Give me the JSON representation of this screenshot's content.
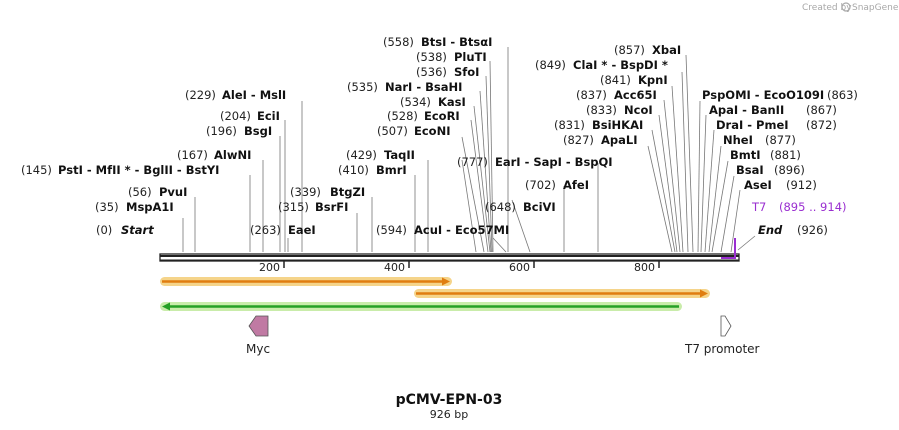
{
  "credit": {
    "text": "Created by",
    "brand": "SnapGene"
  },
  "map": {
    "title": "pCMV-EPN-03",
    "length_label": "926 bp",
    "start_label": "Start",
    "start_pos": "(0)",
    "end_label": "End",
    "end_pos": "(926)",
    "ticks": [
      "200",
      "400",
      "600",
      "800"
    ],
    "sites": [
      {
        "pos": "(35)",
        "name": "MspA1I"
      },
      {
        "pos": "(56)",
        "name": "PvuI"
      },
      {
        "pos": "(145)",
        "name": "PstI - MfII * - BglII - BstYI"
      },
      {
        "pos": "(167)",
        "name": "AlwNI"
      },
      {
        "pos": "(196)",
        "name": "BsgI"
      },
      {
        "pos": "(204)",
        "name": "EciI"
      },
      {
        "pos": "(229)",
        "name": "AleI - MslI"
      },
      {
        "pos": "(263)",
        "name": "EaeI"
      },
      {
        "pos": "(315)",
        "name": "BsrFI"
      },
      {
        "pos": "(339)",
        "name": "BtgZI"
      },
      {
        "pos": "(410)",
        "name": "BmrI"
      },
      {
        "pos": "(429)",
        "name": "TaqII"
      },
      {
        "pos": "(594)",
        "name": "AcuI - Eco57MI"
      },
      {
        "pos": "(507)",
        "name": "EcoNI"
      },
      {
        "pos": "(528)",
        "name": "EcoRI"
      },
      {
        "pos": "(534)",
        "name": "KasI"
      },
      {
        "pos": "(535)",
        "name": "NarI - BsaHI"
      },
      {
        "pos": "(536)",
        "name": "SfoI"
      },
      {
        "pos": "(538)",
        "name": "PluTI"
      },
      {
        "pos": "(558)",
        "name": "BtsI - BtsαI"
      },
      {
        "pos": "(648)",
        "name": "BciVI"
      },
      {
        "pos": "(702)",
        "name": "AfeI"
      },
      {
        "pos": "(777)",
        "name": "EarI - SapI - BspQI"
      },
      {
        "pos": "(827)",
        "name": "ApaLI"
      },
      {
        "pos": "(831)",
        "name": "BsiHKAI"
      },
      {
        "pos": "(833)",
        "name": "NcoI"
      },
      {
        "pos": "(837)",
        "name": "Acc65I"
      },
      {
        "pos": "(841)",
        "name": "KpnI"
      },
      {
        "pos": "(849)",
        "name": "ClaI * - BspDI *"
      },
      {
        "pos": "(857)",
        "name": "XbaI"
      },
      {
        "pos": "(863)",
        "name": "PspOMI - EcoO109I"
      },
      {
        "pos": "(867)",
        "name": "ApaI - BanII"
      },
      {
        "pos": "(872)",
        "name": "DraI - PmeI"
      },
      {
        "pos": "(877)",
        "name": "NheI"
      },
      {
        "pos": "(881)",
        "name": "BmtI"
      },
      {
        "pos": "(896)",
        "name": "BsaI"
      },
      {
        "pos": "(912)",
        "name": "AseI"
      }
    ],
    "primer": {
      "name": "T7",
      "range": "(895 .. 914)",
      "color": "#9a2fd0"
    },
    "features": [
      {
        "name": "Myc",
        "color": "#c07aa3"
      },
      {
        "name": "T7 promoter",
        "color": "#ffffff"
      }
    ],
    "arrow_colors": {
      "orange": "#e07d10",
      "orange_halo": "#f5d48a",
      "green": "#25a025",
      "green_halo": "#c9ecaa"
    }
  }
}
